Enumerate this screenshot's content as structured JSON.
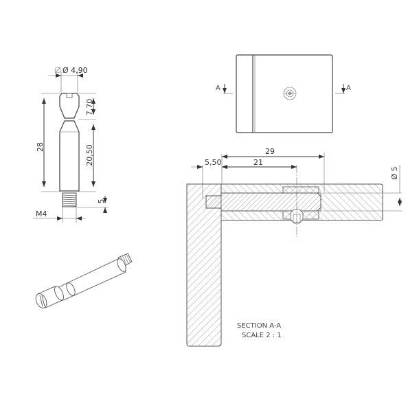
{
  "drawing": {
    "side_view": {
      "diameter_label": "Ø 4,90",
      "overall_length": "28",
      "head_length": "7,70",
      "shank_length": "20,50",
      "thread_length": "5",
      "thread_label": "M4"
    },
    "top_view": {
      "section_marker_left": "A",
      "section_marker_right": "A"
    },
    "section_view": {
      "dim_offset": "5,50",
      "dim_center": "21",
      "dim_total": "29",
      "dim_bore_diameter": "Ø 5",
      "title": "SECTION A-A",
      "scale": "SCALE 2 : 1"
    },
    "isometric_view": {
      "description": "isometric-connector-bolt"
    }
  }
}
